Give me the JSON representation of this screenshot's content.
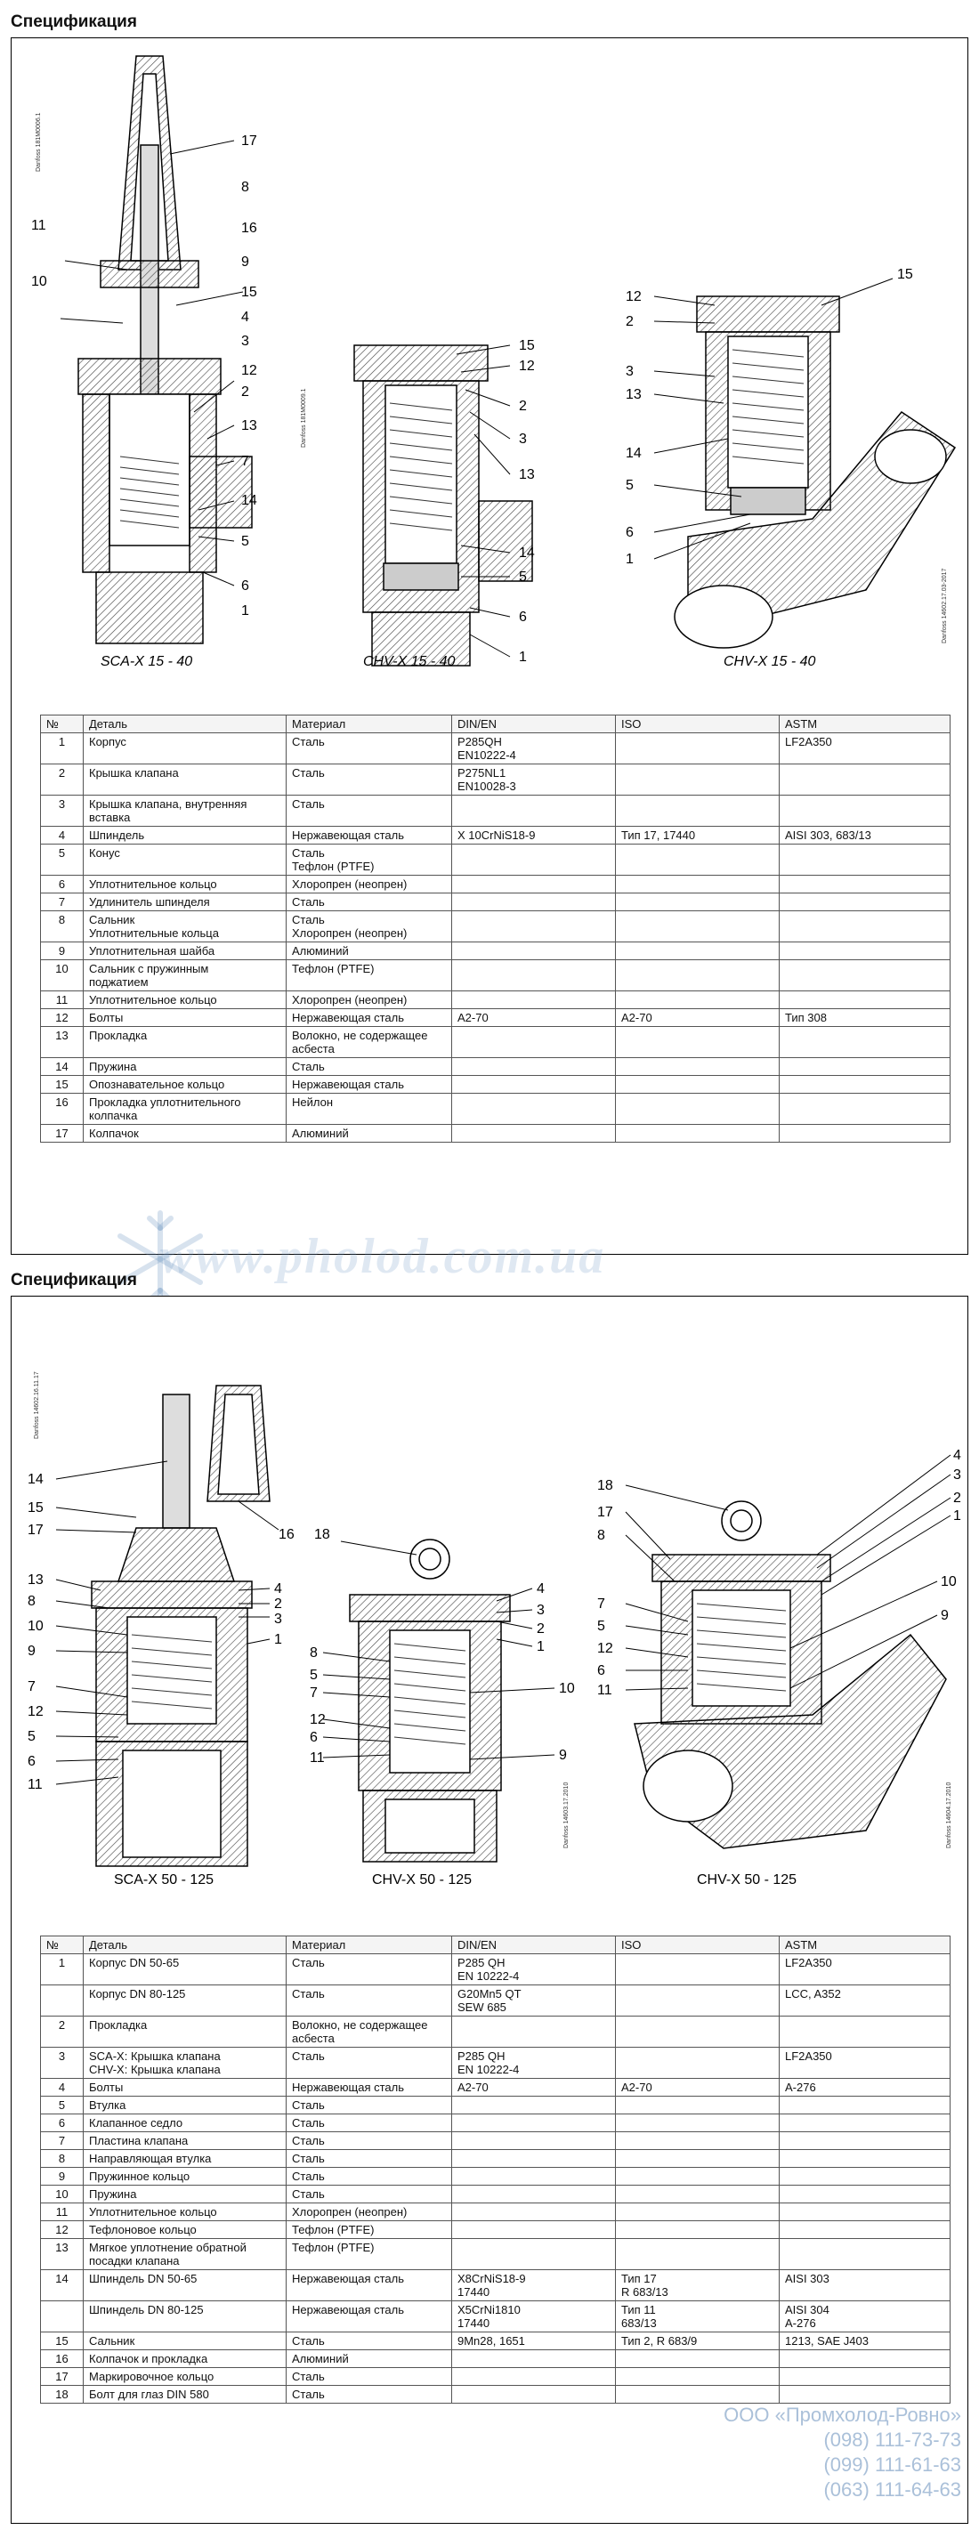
{
  "section1": {
    "heading": "Спецификация",
    "captions": [
      "SCA-X 15 - 40",
      "CHV-X 15 - 40",
      "CHV-X 15 - 40"
    ],
    "stamps": [
      "Danfoss 181M0006.1",
      "Danfoss 181M0009.1",
      "Danfoss 14602.17.03-2017"
    ],
    "callouts_left": [
      "11",
      "10"
    ],
    "callouts_sca": [
      "17",
      "8",
      "16",
      "9",
      "15",
      "4",
      "3",
      "12",
      "2",
      "13",
      "7",
      "14",
      "5",
      "6",
      "1"
    ],
    "callouts_chv": [
      "15",
      "12",
      "2",
      "3",
      "13",
      "14",
      "5",
      "6",
      "1"
    ],
    "callouts_chv_y_left": [
      "12",
      "2",
      "3",
      "13",
      "14",
      "5",
      "6",
      "1"
    ],
    "callouts_chv_y_right": [
      "15"
    ],
    "table": {
      "headers": [
        "№",
        "Деталь",
        "Материал",
        "DIN/EN",
        "ISO",
        "ASTM"
      ],
      "rows": [
        {
          "no": "1",
          "part": [
            "Корпус"
          ],
          "material": [
            "Сталь"
          ],
          "din": [
            "P285QH",
            "EN10222-4"
          ],
          "iso": [
            ""
          ],
          "astm": [
            "LF2A350"
          ]
        },
        {
          "no": "2",
          "part": [
            "Крышка клапана"
          ],
          "material": [
            "Сталь"
          ],
          "din": [
            "P275NL1",
            "EN10028-3"
          ],
          "iso": [
            ""
          ],
          "astm": [
            ""
          ]
        },
        {
          "no": "3",
          "part": [
            "Крышка клапана, внутренняя",
            "вставка"
          ],
          "material": [
            "Сталь"
          ],
          "din": [
            ""
          ],
          "iso": [
            ""
          ],
          "astm": [
            ""
          ]
        },
        {
          "no": "4",
          "part": [
            "Шпиндель"
          ],
          "material": [
            "Нержавеющая сталь"
          ],
          "din": [
            "X 10CrNiS18-9"
          ],
          "iso": [
            "Тип 17, 17440"
          ],
          "astm": [
            "AISI 303, 683/13"
          ]
        },
        {
          "no": "5",
          "part": [
            "Конус"
          ],
          "material": [
            "Сталь",
            "Тефлон (PTFE)"
          ],
          "din": [
            ""
          ],
          "iso": [
            ""
          ],
          "astm": [
            ""
          ]
        },
        {
          "no": "6",
          "part": [
            "Уплотнительное кольцо"
          ],
          "material": [
            "Хлоропрен (неопрен)"
          ],
          "din": [
            ""
          ],
          "iso": [
            ""
          ],
          "astm": [
            ""
          ]
        },
        {
          "no": "7",
          "part": [
            "Удлинитель шпинделя"
          ],
          "material": [
            "Сталь"
          ],
          "din": [
            ""
          ],
          "iso": [
            ""
          ],
          "astm": [
            ""
          ]
        },
        {
          "no": "8",
          "part": [
            "Сальник",
            "Уплотнительные кольца"
          ],
          "material": [
            "Сталь",
            "Хлоропрен (неопрен)"
          ],
          "din": [
            ""
          ],
          "iso": [
            ""
          ],
          "astm": [
            ""
          ]
        },
        {
          "no": "9",
          "part": [
            "Уплотнительная шайба"
          ],
          "material": [
            "Алюминий"
          ],
          "din": [
            ""
          ],
          "iso": [
            ""
          ],
          "astm": [
            ""
          ]
        },
        {
          "no": "10",
          "part": [
            "Сальник с пружинным",
            "поджатием"
          ],
          "material": [
            "Тефлон (PTFE)"
          ],
          "din": [
            ""
          ],
          "iso": [
            ""
          ],
          "astm": [
            ""
          ]
        },
        {
          "no": "11",
          "part": [
            "Уплотнительное кольцо"
          ],
          "material": [
            "Хлоропрен (неопрен)"
          ],
          "din": [
            ""
          ],
          "iso": [
            ""
          ],
          "astm": [
            ""
          ]
        },
        {
          "no": "12",
          "part": [
            "Болты"
          ],
          "material": [
            "Нержавеющая сталь"
          ],
          "din": [
            "A2-70"
          ],
          "iso": [
            "A2-70"
          ],
          "astm": [
            "Тип 308"
          ]
        },
        {
          "no": "13",
          "part": [
            "Прокладка"
          ],
          "material": [
            "Волокно, не содержащее",
            "асбеста"
          ],
          "din": [
            ""
          ],
          "iso": [
            ""
          ],
          "astm": [
            ""
          ]
        },
        {
          "no": "14",
          "part": [
            "Пружина"
          ],
          "material": [
            "Сталь"
          ],
          "din": [
            ""
          ],
          "iso": [
            ""
          ],
          "astm": [
            ""
          ]
        },
        {
          "no": "15",
          "part": [
            "Опознавательное кольцо"
          ],
          "material": [
            "Нержавеющая сталь"
          ],
          "din": [
            ""
          ],
          "iso": [
            ""
          ],
          "astm": [
            ""
          ]
        },
        {
          "no": "16",
          "part": [
            "Прокладка уплотнительного",
            "колпачка"
          ],
          "material": [
            "Нейлон"
          ],
          "din": [
            ""
          ],
          "iso": [
            ""
          ],
          "astm": [
            ""
          ]
        },
        {
          "no": "17",
          "part": [
            "Колпачок"
          ],
          "material": [
            "Алюминий"
          ],
          "din": [
            ""
          ],
          "iso": [
            ""
          ],
          "astm": [
            ""
          ]
        }
      ]
    }
  },
  "section2": {
    "heading": "Спецификация",
    "captions": [
      "SCA-X 50 - 125",
      "CHV-X 50 - 125",
      "CHV-X 50 - 125"
    ],
    "stamps": [
      "Danfoss 14602.16.11.17",
      "Danfoss 14603.17.2010",
      "Danfoss 14604.17.2010"
    ],
    "callouts_sca": [
      "14",
      "15",
      "17",
      "16",
      "13",
      "8",
      "10",
      "9",
      "7",
      "12",
      "5",
      "6",
      "11",
      "4",
      "2",
      "3",
      "1"
    ],
    "callouts_chv": [
      "18",
      "4",
      "3",
      "2",
      "1",
      "8",
      "5",
      "7",
      "10",
      "12",
      "6",
      "11",
      "9"
    ],
    "callouts_chv_y": [
      "18",
      "17",
      "8",
      "7",
      "5",
      "12",
      "6",
      "11",
      "4",
      "3",
      "2",
      "1",
      "10",
      "9"
    ],
    "table": {
      "headers": [
        "№",
        "Деталь",
        "Материал",
        "DIN/EN",
        "ISO",
        "ASTM"
      ],
      "rows": [
        {
          "no": "1",
          "part": [
            "Корпус DN 50-65"
          ],
          "material": [
            "Сталь"
          ],
          "din": [
            "P285 QH",
            "EN 10222-4"
          ],
          "iso": [
            ""
          ],
          "astm": [
            "LF2A350"
          ]
        },
        {
          "no": "",
          "part": [
            "Корпус DN 80-125"
          ],
          "material": [
            "Сталь"
          ],
          "din": [
            "G20Mn5 QT",
            "SEW 685"
          ],
          "iso": [
            ""
          ],
          "astm": [
            "LCC, A352"
          ]
        },
        {
          "no": "2",
          "part": [
            "Прокладка"
          ],
          "material": [
            "Волокно, не содержащее",
            "асбеста"
          ],
          "din": [
            ""
          ],
          "iso": [
            ""
          ],
          "astm": [
            ""
          ]
        },
        {
          "no": "3",
          "part": [
            "SCA-X: Крышка клапана",
            "CHV-X: Крышка клапана"
          ],
          "material": [
            "Сталь"
          ],
          "din": [
            "P285 QH",
            "EN 10222-4"
          ],
          "iso": [
            ""
          ],
          "astm": [
            "LF2A350"
          ]
        },
        {
          "no": "4",
          "part": [
            "Болты"
          ],
          "material": [
            "Нержавеющая сталь"
          ],
          "din": [
            "A2-70"
          ],
          "iso": [
            "A2-70"
          ],
          "astm": [
            "A-276"
          ]
        },
        {
          "no": "5",
          "part": [
            "Втулка"
          ],
          "material": [
            "Сталь"
          ],
          "din": [
            ""
          ],
          "iso": [
            ""
          ],
          "astm": [
            ""
          ]
        },
        {
          "no": "6",
          "part": [
            "Клапанное седло"
          ],
          "material": [
            "Сталь"
          ],
          "din": [
            ""
          ],
          "iso": [
            ""
          ],
          "astm": [
            ""
          ]
        },
        {
          "no": "7",
          "part": [
            "Пластина клапана"
          ],
          "material": [
            "Сталь"
          ],
          "din": [
            ""
          ],
          "iso": [
            ""
          ],
          "astm": [
            ""
          ]
        },
        {
          "no": "8",
          "part": [
            "Направляющая втулка"
          ],
          "material": [
            "Сталь"
          ],
          "din": [
            ""
          ],
          "iso": [
            ""
          ],
          "astm": [
            ""
          ]
        },
        {
          "no": "9",
          "part": [
            "Пружинное кольцо"
          ],
          "material": [
            "Сталь"
          ],
          "din": [
            ""
          ],
          "iso": [
            ""
          ],
          "astm": [
            ""
          ]
        },
        {
          "no": "10",
          "part": [
            "Пружина"
          ],
          "material": [
            "Сталь"
          ],
          "din": [
            ""
          ],
          "iso": [
            ""
          ],
          "astm": [
            ""
          ]
        },
        {
          "no": "11",
          "part": [
            "Уплотнительное кольцо"
          ],
          "material": [
            "Хлоропрен (неопрен)"
          ],
          "din": [
            ""
          ],
          "iso": [
            ""
          ],
          "astm": [
            ""
          ]
        },
        {
          "no": "12",
          "part": [
            "Тефлоновое кольцо"
          ],
          "material": [
            "Тефлон (PTFE)"
          ],
          "din": [
            ""
          ],
          "iso": [
            ""
          ],
          "astm": [
            ""
          ]
        },
        {
          "no": "13",
          "part": [
            "Мягкое уплотнение обратной",
            "посадки клапана"
          ],
          "material": [
            "Тефлон (PTFE)"
          ],
          "din": [
            ""
          ],
          "iso": [
            ""
          ],
          "astm": [
            ""
          ]
        },
        {
          "no": "14",
          "part": [
            "Шпиндель DN 50-65"
          ],
          "material": [
            "Нержавеющая сталь"
          ],
          "din": [
            "X8CrNiS18-9",
            "17440"
          ],
          "iso": [
            "Тип 17",
            "R 683/13"
          ],
          "astm": [
            "AISI 303"
          ]
        },
        {
          "no": "",
          "part": [
            "Шпиндель DN 80-125"
          ],
          "material": [
            "Нержавеющая сталь"
          ],
          "din": [
            "X5CrNi1810",
            "17440"
          ],
          "iso": [
            "Тип 11",
            "683/13"
          ],
          "astm": [
            "AISI 304",
            "A-276"
          ]
        },
        {
          "no": "15",
          "part": [
            "Сальник"
          ],
          "material": [
            "Сталь"
          ],
          "din": [
            "9Mn28, 1651"
          ],
          "iso": [
            "Тип 2, R 683/9"
          ],
          "astm": [
            "1213, SAE J403"
          ]
        },
        {
          "no": "16",
          "part": [
            "Колпачок и прокладка"
          ],
          "material": [
            "Алюминий"
          ],
          "din": [
            ""
          ],
          "iso": [
            ""
          ],
          "astm": [
            ""
          ]
        },
        {
          "no": "17",
          "part": [
            "Маркировочное кольцо"
          ],
          "material": [
            "Сталь"
          ],
          "din": [
            ""
          ],
          "iso": [
            ""
          ],
          "astm": [
            ""
          ]
        },
        {
          "no": "18",
          "part": [
            "Болт для глаз DIN 580"
          ],
          "material": [
            "Сталь"
          ],
          "din": [
            ""
          ],
          "iso": [
            ""
          ],
          "astm": [
            ""
          ]
        }
      ]
    }
  },
  "watermark": "www.pholod.com.ua",
  "contacts": [
    "ООО «Промхолод-Ровно»",
    "(098) 111-73-73",
    "(099) 111-61-63",
    "(063) 111-64-63"
  ],
  "colors": {
    "line": "#000000",
    "hatch": "#444444",
    "watermark": "#6e96c3",
    "spring": "#333333"
  }
}
